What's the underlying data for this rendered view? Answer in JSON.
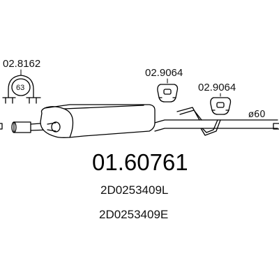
{
  "diagram": {
    "clamp": {
      "part_number": "02.8162",
      "size": "63"
    },
    "hanger_1": {
      "part_number": "02.9064"
    },
    "hanger_2": {
      "part_number": "02.9064"
    },
    "pipe_diameter": "ø60",
    "main_part_number": "01.60761",
    "oe_numbers": [
      "2D0253409L",
      "2D0253409E"
    ]
  }
}
